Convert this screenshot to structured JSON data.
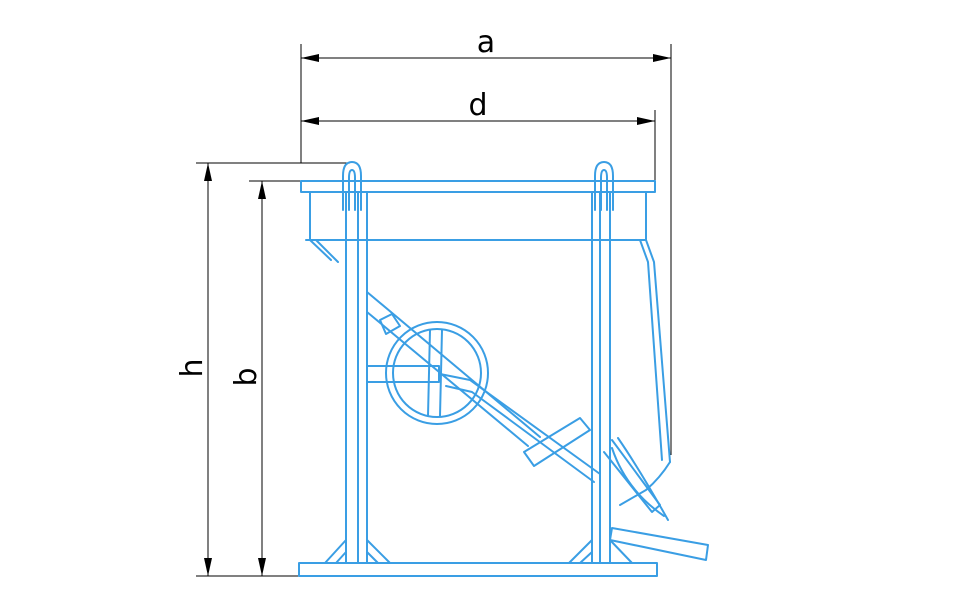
{
  "dimensions": {
    "a": "a",
    "d": "d",
    "h": "h",
    "b": "b"
  },
  "colors": {
    "part": "#3a9ee4",
    "dimension": "#000000"
  }
}
